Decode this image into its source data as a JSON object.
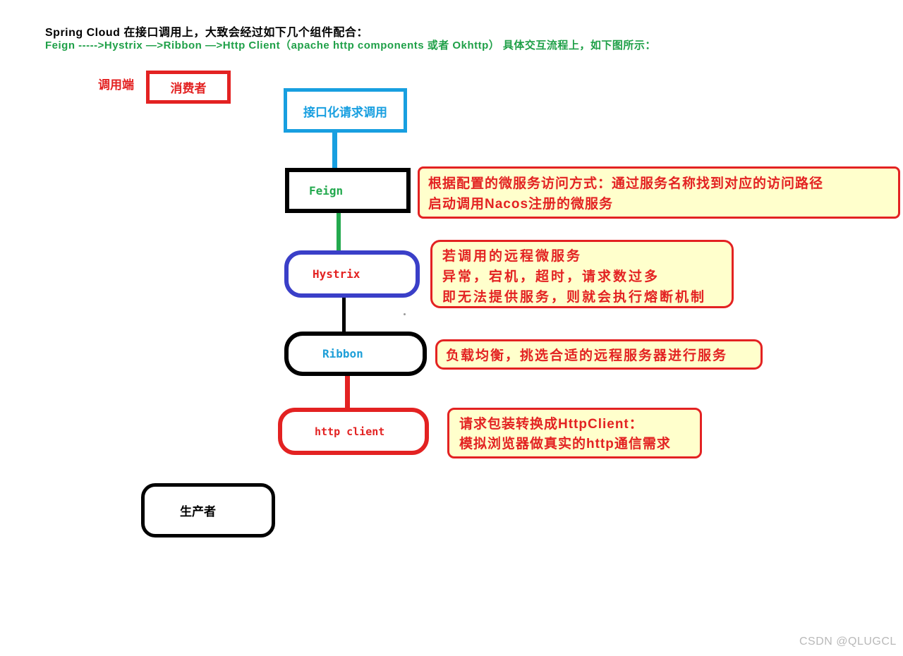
{
  "header": {
    "line1": "Spring Cloud 在接口调用上，大致会经过如下几个组件配合：",
    "line2": "Feign ----->Hystrix —>Ribbon —>Http Client（apache http components 或者 Okhttp） 具体交互流程上，如下图所示："
  },
  "nodes": {
    "caller_side_label": "调用端",
    "consumer": "消费者",
    "interface_call": "接口化请求调用",
    "feign": "Feign",
    "hystrix": "Hystrix",
    "ribbon": "Ribbon",
    "http_client": "http client",
    "producer": "生产者"
  },
  "annotations": {
    "feign": {
      "line1": "根据配置的微服务访问方式：通过服务名称找到对应的访问路径",
      "line2": "启动调用Nacos注册的微服务"
    },
    "hystrix": {
      "line1": "若调用的远程微服务",
      "line2": "异常，宕机，超时，请求数过多",
      "line3": "即无法提供服务，则就会执行熔断机制"
    },
    "ribbon": {
      "line1": "负载均衡，挑选合适的远程服务器进行服务"
    },
    "http_client": {
      "line1": "请求包装转换成HttpClient：",
      "line2": "模拟浏览器做真实的http通信需求"
    }
  },
  "watermark": "CSDN @QLUGCL",
  "colors": {
    "red": "#e32222",
    "green": "#1fa048",
    "light_blue": "#189fe0",
    "indigo_blue": "#3a3fc8",
    "callout_bg": "#ffffcc",
    "black": "#000000",
    "watermark_gray": "#b9b9b9"
  }
}
